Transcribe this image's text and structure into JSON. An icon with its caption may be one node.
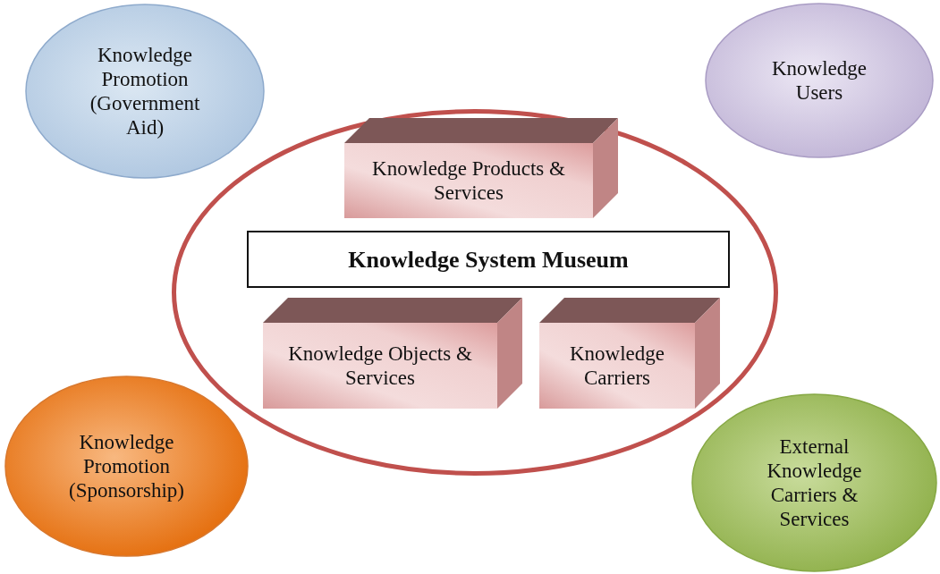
{
  "diagram": {
    "nodes": [
      {
        "text": [
          "Knowledge Promotion (Government Aid)"
        ]
      },
      {
        "text": [
          "Knowledge Users"
        ]
      },
      {
        "text": [],
        "shape": "circle"
      },
      {
        "text": [
          "Knowledge Products & Services"
        ],
        "in": 2
      },
      {
        "text": [
          "Knowledge System Museum"
        ],
        "in": 2
      },
      {
        "text": [
          "Knowledge Objects & Services"
        ],
        "in": 2
      },
      {
        "text": [
          "Knowledge Carriers"
        ],
        "in": 2
      },
      {
        "text": [
          "Knowledge Promotion (Sponsorship)"
        ]
      },
      {
        "text": [
          "External Knowledge Carriers & Services"
        ]
      }
    ]
  }
}
